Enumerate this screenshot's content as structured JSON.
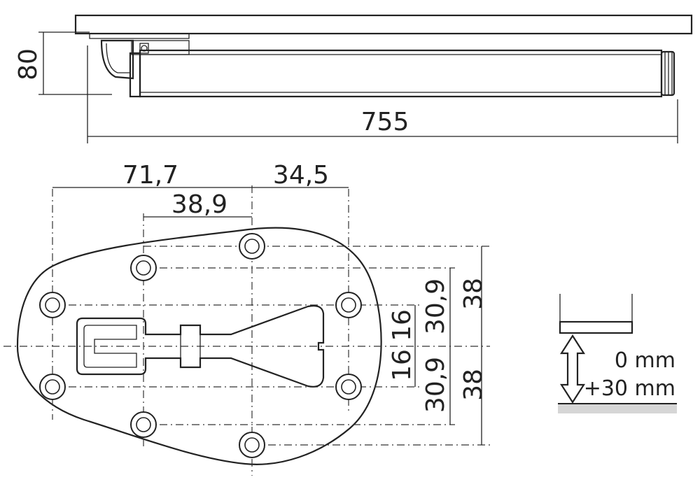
{
  "side_view": {
    "height_label": "80",
    "length_label": "755"
  },
  "top_view": {
    "dim_71_7": "71,7",
    "dim_34_5": "34,5",
    "dim_38_9": "38,9",
    "dim_30_9_upper": "30,9",
    "dim_30_9_lower": "30,9",
    "dim_16_upper": "16",
    "dim_16_lower": "16",
    "dim_38_upper": "38",
    "dim_38_lower": "38"
  },
  "adjustment": {
    "label_min": "0 mm",
    "label_max": "+30 mm"
  }
}
